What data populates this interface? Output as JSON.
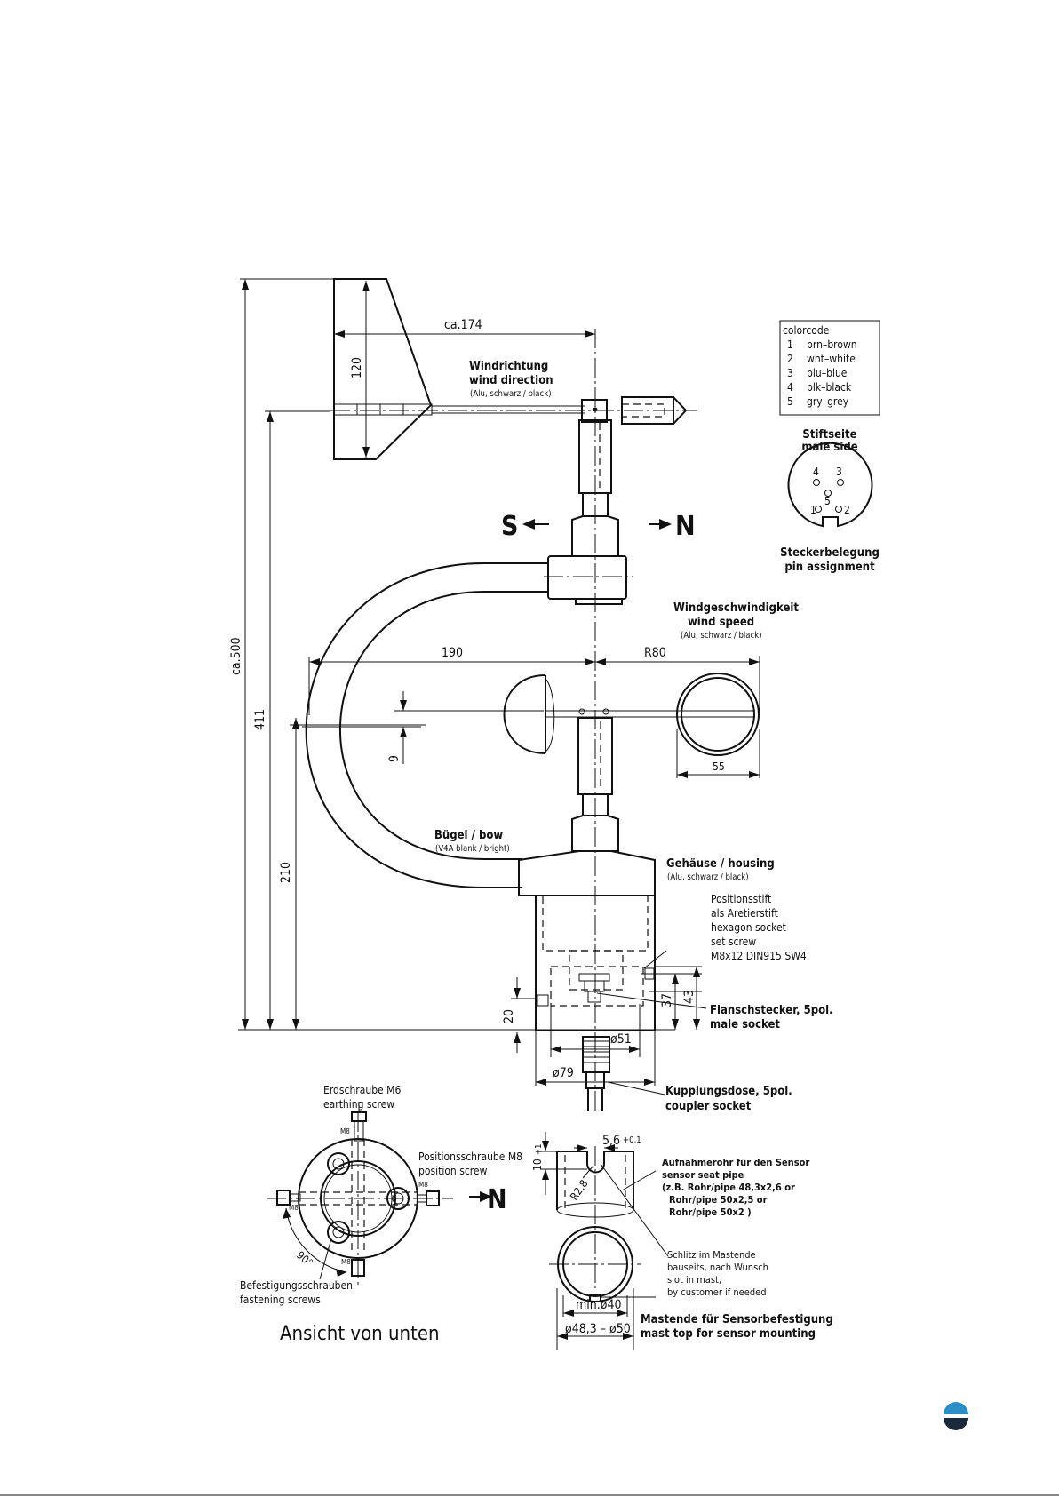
{
  "dims": {
    "ca174": "ca.174",
    "d120": "120",
    "ca500": "ca.500",
    "d411": "411",
    "d210": "210",
    "d190": "190",
    "r80": "R80",
    "d9": "9",
    "d55": "55",
    "d20": "20",
    "d37": "37",
    "d43": "43",
    "d51": "ø51",
    "d79": "ø79",
    "d56": "5,6",
    "d56tol": "+0,1",
    "d10": "10",
    "d10tol": "+1",
    "r28": "R2,8",
    "min40": "min.ø40",
    "d483": "ø48,3 – ø50",
    "m8a": "M8",
    "m8b": "M8",
    "m8c": "M8",
    "m8d": "M8",
    "deg90": "90°"
  },
  "labels": {
    "windrichtung": "Windrichtung",
    "wind_direction": "wind direction",
    "vane_material": "(Alu, schwarz / black)",
    "s": "S",
    "n": "N",
    "windgeschwindigkeit": "Windgeschwindigkeit",
    "wind_speed": "wind speed",
    "cups_material": "(Alu, schwarz / black)",
    "buegel": "Bügel / bow",
    "bow_material": "(V4A blank / bright)",
    "gehaeuse": "Gehäuse / housing",
    "housing_material": "(Alu, schwarz / black)",
    "pos1": "Positionsstift",
    "pos2": "als Aretierstift",
    "pos3": "hexagon socket",
    "pos4": "set screw",
    "pos5": "M8x12 DIN915   SW4",
    "flansch1": "Flanschstecker, 5pol.",
    "flansch2": "male socket",
    "kupplung1": "Kupplungsdose, 5pol.",
    "kupplung2": "coupler socket",
    "erd1": "Erdschraube  M6",
    "erd2": "earthing  screw",
    "possch1": "Positionsschraube M8",
    "possch2": "position  screw",
    "n2": "N",
    "bef1": "Befestigungsschrauben",
    "bef2": "fastening screws",
    "ansicht": "Ansicht von unten",
    "aufn1": "Aufnahmerohr für den Sensor",
    "aufn2": "sensor seat pipe",
    "aufn3": "(z.B. Rohr/pipe 48,3x2,6 or",
    "aufn4": "Rohr/pipe 50x2,5 or",
    "aufn5": "Rohr/pipe 50x2 )",
    "schlitz1": "Schlitz im Mastende",
    "schlitz2": "bauseits, nach Wunsch",
    "schlitz3": "slot in mast,",
    "schlitz4": "by customer if needed",
    "mast1": "Mastende für Sensorbefestigung",
    "mast2": "mast top for sensor mounting"
  },
  "colorcode": {
    "title": "colorcode",
    "rows": [
      {
        "num": "1",
        "text": "brn–brown"
      },
      {
        "num": "2",
        "text": "wht–white"
      },
      {
        "num": "3",
        "text": "blu–blue"
      },
      {
        "num": "4",
        "text": "blk–black"
      },
      {
        "num": "5",
        "text": "gry–grey"
      }
    ]
  },
  "connector": {
    "title1": "Stiftseite",
    "title2": "male side",
    "pins": [
      "1",
      "2",
      "3",
      "4",
      "5"
    ],
    "caption1": "Steckerbelegung",
    "caption2": "pin assignment"
  }
}
